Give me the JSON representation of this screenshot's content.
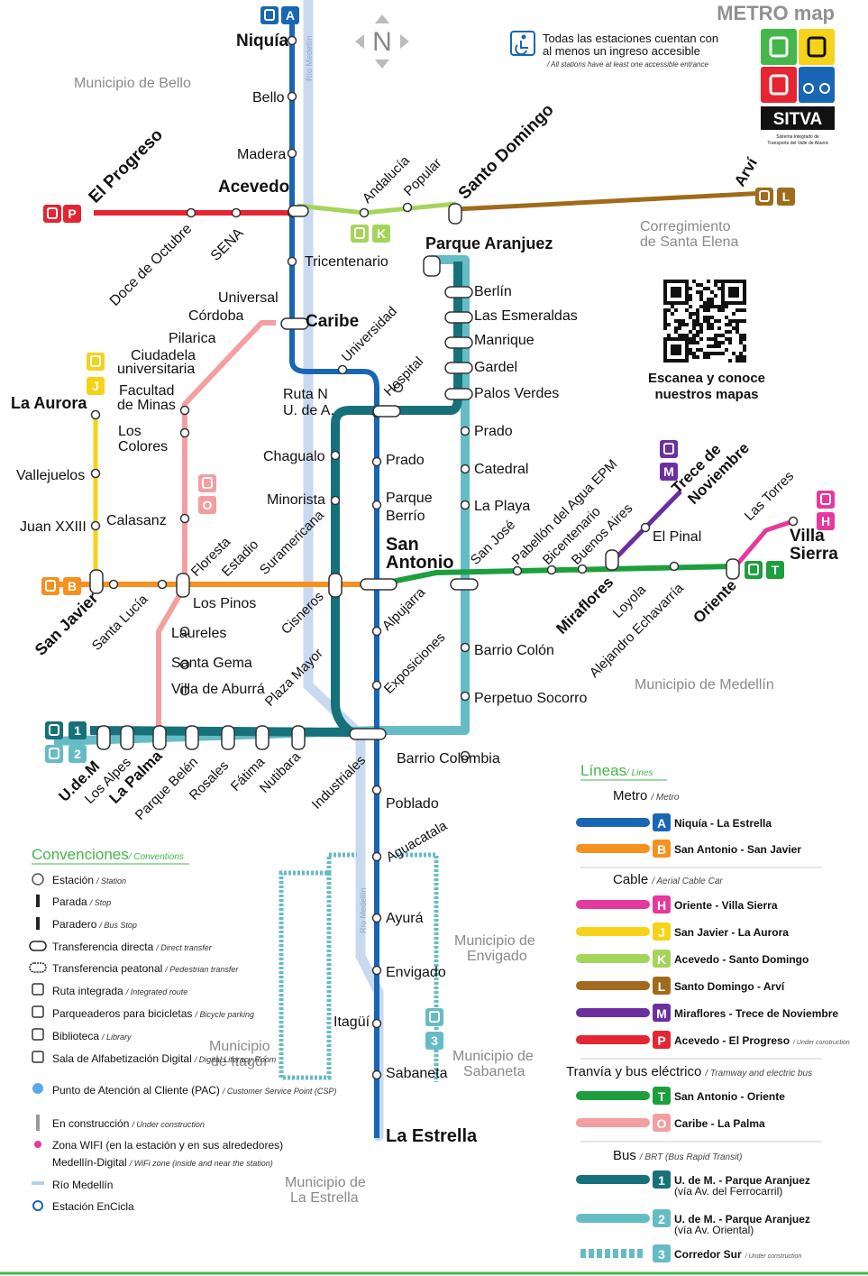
{
  "header": {
    "title": "METRO map",
    "access_line1": "Todas las estaciones cuentan con",
    "access_line2": "al menos un ingreso accesible",
    "access_sub": "/ All stations have at least one accessible entrance",
    "sitva": "SITVA",
    "sitva_sub1": "Sistema Integrado de",
    "sitva_sub2": "Transporte del Valle de Aburrá",
    "compass": "N"
  },
  "qr": {
    "line1": "Escanea y conoce",
    "line2": "nuestros mapas"
  },
  "regions": {
    "bello": "Municipio de Bello",
    "santa_elena_1": "Corregimiento",
    "santa_elena_2": "de Santa Elena",
    "medellin": "Municipio de Medellín",
    "envigado_1": "Municipio de",
    "envigado_2": "Envigado",
    "itagui_1": "Municipio",
    "itagui_2": "de Itagüí",
    "sabaneta_1": "Municipio de",
    "sabaneta_2": "Sabaneta",
    "estrella_1": "Municipio de",
    "estrella_2": "La Estrella",
    "rio": "Río Medellín"
  },
  "badges": {
    "A": "A",
    "B": "B",
    "H": "H",
    "J": "J",
    "K": "K",
    "L": "L",
    "M": "M",
    "O": "O",
    "P": "P",
    "T": "T",
    "one": "1",
    "two": "2",
    "three": "3"
  },
  "stations": {
    "niquia": "Niquía",
    "bello": "Bello",
    "madera": "Madera",
    "acevedo": "Acevedo",
    "tricentenario": "Tricentenario",
    "caribe": "Caribe",
    "universidad": "Universidad",
    "hospital": "Hospital",
    "prado": "Prado",
    "parque_berrio_1": "Parque",
    "parque_berrio_2": "Berrío",
    "san_antonio_1": "San",
    "san_antonio_2": "Antonio",
    "alpujarra": "Alpujarra",
    "exposiciones": "Exposiciones",
    "industriales": "Industriales",
    "poblado": "Poblado",
    "aguacatala": "Aguacatala",
    "ayura": "Ayurá",
    "envigado": "Envigado",
    "itagui": "Itagüí",
    "sabaneta": "Sabaneta",
    "la_estrella": "La Estrella",
    "el_progreso": "El Progreso",
    "doce_octubre": "Doce de Octubre",
    "sena": "SENA",
    "andalucia": "Andalucía",
    "popular": "Popular",
    "santo_domingo": "Santo Domingo",
    "arvi": "Arví",
    "parque_aranjuez": "Parque Aranjuez",
    "berlin": "Berlín",
    "las_esmeraldas": "Las Esmeraldas",
    "manrique": "Manrique",
    "gardel": "Gardel",
    "palos_verdes": "Palos Verdes",
    "prado2": "Prado",
    "catedral": "Catedral",
    "la_playa": "La Playa",
    "san_jose": "San José",
    "pabellon": "Pabellón del Agua EPM",
    "bicentenario": "Bicentenario",
    "buenos_aires": "Buenos Aires",
    "miraflores": "Miraflores",
    "loyola": "Loyola",
    "alejandro": "Alejandro Echavarría",
    "oriente": "Oriente",
    "trece_1": "Trece de",
    "trece_2": "Noviembre",
    "el_pinal": "El Pinal",
    "las_torres": "Las Torres",
    "villa_1": "Villa",
    "villa_2": "Sierra",
    "barrio_colon": "Barrio Colón",
    "perpetuo": "Perpetuo Socorro",
    "barrio_colombia": "Barrio Colombia",
    "ruta_n_1": "Ruta N",
    "ruta_n_2": "U. de A.",
    "chagualo": "Chagualo",
    "minorista": "Minorista",
    "suramericana": "Suramericana",
    "cisneros": "Cisneros",
    "plaza_mayor": "Plaza Mayor",
    "universal": "Universal",
    "cordoba": "Córdoba",
    "pilarica": "Pilarica",
    "ciudadela_1": "Ciudadela",
    "ciudadela_2": "universitaria",
    "facultad_1": "Facultad",
    "facultad_2": "de Minas",
    "los_colores_1": "Los",
    "los_colores_2": "Colores",
    "calasanz": "Calasanz",
    "floresta": "Floresta",
    "estadio": "Estadio",
    "los_pinos": "Los Pinos",
    "laureles": "Laureles",
    "santa_gema": "Santa Gema",
    "villa_aburra": "Villa de Aburrá",
    "la_aurora": "La Aurora",
    "vallejuelos": "Vallejuelos",
    "juan_xxiii": "Juan XXIII",
    "san_javier": "San Javier",
    "santa_lucia": "Santa Lucía",
    "udem": "U.de.M",
    "los_alpes": "Los Alpes",
    "la_palma": "La Palma",
    "parque_belen": "Parque Belén",
    "rosales": "Rosales",
    "fatima": "Fátima",
    "nutibara": "Nutibara"
  },
  "conventions": {
    "title": "Convenciones",
    "title_en": "/ Conventions",
    "items": [
      {
        "es": "Estación",
        "en": "/ Station"
      },
      {
        "es": "Parada",
        "en": "/ Stop"
      },
      {
        "es": "Paradero",
        "en": "/ Bus Stop"
      },
      {
        "es": "Transferencia directa",
        "en": "/ Direct transfer"
      },
      {
        "es": "Transferencia peatonal",
        "en": "/ Pedestrian transfer"
      },
      {
        "es": "Ruta integrada",
        "en": "/ Integrated route"
      },
      {
        "es": "Parqueaderos para bicicletas",
        "en": "/ Bicycle parking"
      },
      {
        "es": "Biblioteca",
        "en": "/ Library"
      },
      {
        "es": "Sala de Alfabetización Digital",
        "en": "/ Digital Literacy Room"
      },
      {
        "es": "Punto de Atención al Cliente (PAC)",
        "en": "/ Customer Service Point (CSP)"
      },
      {
        "es": "En construcción",
        "en": "/ Under construction"
      },
      {
        "es": "Zona WIFI (en la estación y en sus alrededores)",
        "en": ""
      },
      {
        "es": "Medellín-Digital",
        "en": "/ WiFi zone (inside and near the station)"
      },
      {
        "es": "Río Medellín",
        "en": ""
      },
      {
        "es": "Estación EnCicla",
        "en": ""
      }
    ]
  },
  "legend": {
    "title": "Líneas",
    "title_en": "/ Lines",
    "metro": "Metro",
    "metro_en": "/ Metro",
    "cable": "Cable",
    "cable_en": "/ Aerial Cable Car",
    "tram": "Tranvía y bus eléctrico",
    "tram_en": "/ Tramway and electric bus",
    "bus": "Bus",
    "bus_en": "/ BRT (Bus Rapid Transit)",
    "lines": [
      {
        "badge": "A",
        "name": "Niquía - La Estrella",
        "color": "#1866b4",
        "extra": ""
      },
      {
        "badge": "B",
        "name": "San Antonio - San Javier",
        "color": "#f7901e",
        "extra": ""
      },
      {
        "badge": "H",
        "name": "Oriente - Villa Sierra",
        "color": "#e5399d",
        "extra": ""
      },
      {
        "badge": "J",
        "name": "San Javier - La Aurora",
        "color": "#f5d319",
        "extra": ""
      },
      {
        "badge": "K",
        "name": "Acevedo - Santo Domingo",
        "color": "#a5d45a",
        "extra": ""
      },
      {
        "badge": "L",
        "name": "Santo Domingo - Arví",
        "color": "#a06b1c",
        "extra": ""
      },
      {
        "badge": "M",
        "name": "Miraflores - Trece de Noviembre",
        "color": "#6b2fa0",
        "extra": ""
      },
      {
        "badge": "P",
        "name": "Acevedo - El Progreso",
        "color": "#e52532",
        "extra": "/ Under construction"
      },
      {
        "badge": "T",
        "name": "San Antonio - Oriente",
        "color": "#1d9f3e",
        "extra": ""
      },
      {
        "badge": "O",
        "name": "Caribe - La Palma",
        "color": "#f39fa2",
        "extra": ""
      },
      {
        "badge": "1",
        "name": "U. de M. - Parque Aranjuez",
        "color": "#17717a",
        "extra": "(vía Av. del Ferrocarril)"
      },
      {
        "badge": "2",
        "name": "U. de M. - Parque Aranjuez",
        "color": "#66bcc5",
        "extra": "(vía Av. Oriental)"
      },
      {
        "badge": "3",
        "name": "Corredor Sur",
        "color": "#66bcc5",
        "extra": "/ Under construction"
      }
    ]
  },
  "colors": {
    "A": "#1866b4",
    "B": "#f7901e",
    "H": "#e5399d",
    "J": "#f5d319",
    "K": "#a5d45a",
    "L": "#a06b1c",
    "M": "#6b2fa0",
    "P": "#e52532",
    "T": "#1d9f3e",
    "O": "#f39fa2",
    "bus1": "#17717a",
    "bus2": "#66bcc5",
    "river": "#b8cfe8",
    "sitva_green": "#45b649",
    "sitva_yellow": "#f5d319",
    "sitva_red": "#e52532",
    "sitva_blue": "#1866b4"
  }
}
